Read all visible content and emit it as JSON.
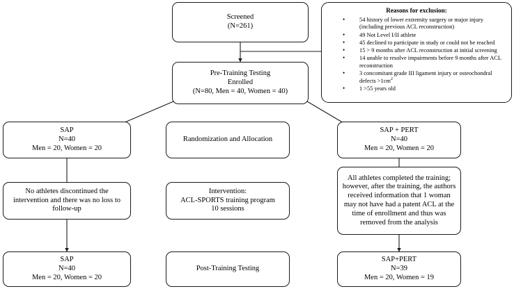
{
  "diagram": {
    "title": "CONSORT participant flow diagram",
    "stroke_color": "#1a1a1a",
    "background": "#ffffff"
  },
  "nodes": {
    "screened": {
      "name": "screened",
      "title": "Screened",
      "lines": [
        "(N=261)"
      ]
    },
    "enrolled": {
      "name": "pre-training-testing-enrolled",
      "title": "Pre-Training Testing",
      "title2": "Enrolled",
      "lines": [
        "(N=80, Men = 40, Women = 40)"
      ]
    },
    "exclusion": {
      "name": "reasons-for-exclusion",
      "title": "Reasons for exclusion:",
      "items": [
        "54 history of lower extremity surgery or major injury (including previous ACL reconstruction)",
        "49 Not Level I/II athlete",
        "45 declined to participate in study or could not be reached",
        "15 > 9 months after ACL reconstruction at initial screening",
        "14 unable to resolve impairments before 9 months after ACL reconstruction",
        "3 concomitant grade III ligament injury or osteochondral defects >1cm2",
        "1 >55 years old"
      ]
    },
    "sap_top": {
      "name": "sap-group-allocated",
      "title": "SAP",
      "lines": [
        "N=40",
        "Men = 20, Women = 20"
      ]
    },
    "randomization": {
      "name": "randomization-and-allocation",
      "title": "Randomization and Allocation",
      "lines": []
    },
    "pert_top": {
      "name": "sap-pert-group-allocated",
      "title": "SAP + PERT",
      "lines": [
        "N=40",
        "Men = 20, Women = 20"
      ]
    },
    "no_loss": {
      "name": "no-loss-to-follow-up",
      "title": "",
      "lines": [
        "No athletes discontinued the intervention and there was no loss to follow-up"
      ]
    },
    "intervention": {
      "name": "intervention",
      "title": "Intervention:",
      "lines": [
        "ACL-SPORTS training program",
        "10 sessions"
      ]
    },
    "removed": {
      "name": "pert-group-removal-note",
      "title": "",
      "lines": [
        "All athletes completed the training; however, after the training, the authors received information that 1 woman may not have had a patent ACL at the time of enrollment and thus was removed from the analysis"
      ]
    },
    "sap_bot": {
      "name": "sap-group-analyzed",
      "title": "SAP",
      "lines": [
        "N=40",
        "Men = 20, Women = 20"
      ]
    },
    "post_testing": {
      "name": "post-training-testing",
      "title": "Post-Training Testing",
      "lines": []
    },
    "pert_bot": {
      "name": "sap-pert-group-analyzed",
      "title": "SAP+PERT",
      "lines": [
        "N=39",
        "Men = 20, Women = 19"
      ]
    }
  }
}
